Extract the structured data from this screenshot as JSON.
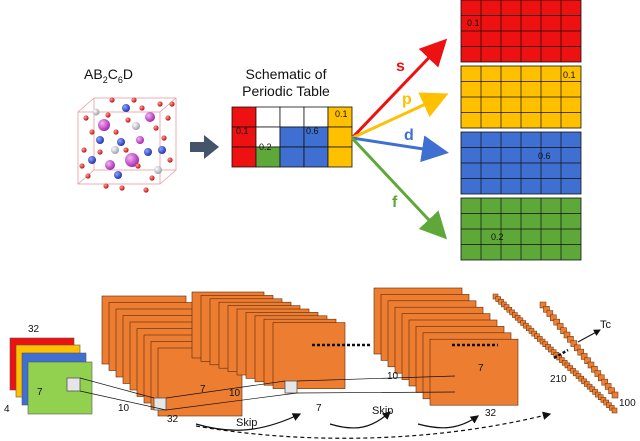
{
  "top": {
    "formula": {
      "base_a": "AB",
      "sub_2": "2",
      "c": "C",
      "sub_6": "6",
      "d": "D"
    },
    "schematic_line1": "Schematic of",
    "schematic_line2": "Periodic Table",
    "periodic_values": [
      "0.1",
      "0.1",
      "0.6",
      "0.2"
    ],
    "orbitals": [
      {
        "label": "s",
        "color": "#ee1111",
        "value": "0.1"
      },
      {
        "label": "p",
        "color": "#ffc000",
        "value": "0.1"
      },
      {
        "label": "d",
        "color": "#3f6fd0",
        "value": "0.6"
      },
      {
        "label": "f",
        "color": "#5ea83a",
        "value": "0.2"
      }
    ]
  },
  "network": {
    "input_size": "32",
    "input_depth": "4",
    "input_kernel": "7",
    "block1_kernel": "7",
    "block1_depth": "10",
    "block1_size": "32",
    "block2_kernel": "7",
    "block2_depth": "10",
    "block3_kernel": "7",
    "block3_size": "32",
    "block3_depth": "10",
    "skip_labels": [
      "Skip",
      "Skip"
    ],
    "dense1_units": "210",
    "dense2_units": "100",
    "output_label": "Tc"
  },
  "colors": {
    "orange": "#ed7d31",
    "arrow": "#44546a",
    "red": "#ee1111",
    "yellow": "#ffc000",
    "blue": "#3f6fd0",
    "green": "#5ea83a"
  }
}
